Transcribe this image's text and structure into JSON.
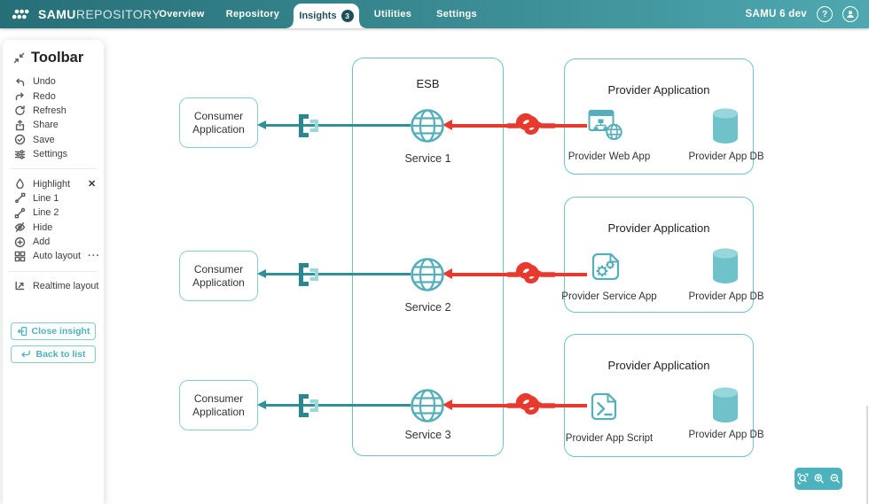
{
  "nav": {
    "logo": {
      "icon": "dots-logo-icon",
      "brand_bold": "SAMU",
      "brand_light": "REPOSITORY"
    },
    "tabs": [
      {
        "label": "Overview",
        "active": false
      },
      {
        "label": "Repository",
        "active": false
      },
      {
        "label": "Insights",
        "active": true,
        "badge": "3"
      },
      {
        "label": "Utilities",
        "active": false
      },
      {
        "label": "Settings",
        "active": false
      }
    ],
    "user_label": "SAMU 6 dev",
    "help_glyph": "?"
  },
  "toolbar": {
    "title": "Toolbar",
    "actions": [
      {
        "icon": "undo-icon",
        "label": "Undo"
      },
      {
        "icon": "redo-icon",
        "label": "Redo"
      },
      {
        "icon": "refresh-icon",
        "label": "Refresh"
      },
      {
        "icon": "share-icon",
        "label": "Share"
      },
      {
        "icon": "save-icon",
        "label": "Save"
      },
      {
        "icon": "settings-icon",
        "label": "Settings"
      }
    ],
    "tools": [
      {
        "icon": "highlight-icon",
        "label": "Highlight",
        "trailing": "close-icon"
      },
      {
        "icon": "line1-icon",
        "label": "Line 1"
      },
      {
        "icon": "line2-icon",
        "label": "Line 2"
      },
      {
        "icon": "hide-icon",
        "label": "Hide"
      },
      {
        "icon": "add-icon",
        "label": "Add"
      },
      {
        "icon": "auto-layout-icon",
        "label": "Auto layout",
        "trailing": "more-icon"
      }
    ],
    "close_glyph": "✕",
    "more_glyph": "···",
    "realtime_label": "Realtime layout",
    "buttons": [
      {
        "icon": "close-insight-icon",
        "label": "Close insight"
      },
      {
        "icon": "back-icon",
        "label": "Back to list"
      }
    ]
  },
  "diagram": {
    "esb_label": "ESB",
    "rows": [
      {
        "consumer_label": "Consumer Application",
        "service_label": "Service 1",
        "provider_title": "Provider Application",
        "app_icon": "web-app-icon",
        "app_label": "Provider Web App",
        "db_icon": "database-icon",
        "db_label": "Provider App DB"
      },
      {
        "consumer_label": "Consumer Application",
        "service_label": "Service 2",
        "provider_title": "Provider Application",
        "app_icon": "service-app-icon",
        "app_label": "Provider Service App",
        "db_icon": "database-icon",
        "db_label": "Provider App DB"
      },
      {
        "consumer_label": "Consumer Application",
        "service_label": "Service 3",
        "provider_title": "Provider Application",
        "app_icon": "script-app-icon",
        "app_label": "Provider App Script",
        "db_icon": "database-icon",
        "db_label": "Provider App DB"
      }
    ]
  },
  "zoom_controls": {
    "icons": [
      "zoom-reset-icon",
      "zoom-in-icon",
      "zoom-out-icon"
    ]
  },
  "colors": {
    "nav_gradient_start": "#266f78",
    "nav_gradient_end": "#4ea8b0",
    "badge_bg": "#1e4f5a",
    "accent_teal": "#4cb2bd",
    "border_teal": "#6cc5ce",
    "border_light_teal": "#85d0d7",
    "icon_teal": "#55afba",
    "line_teal": "#2f9097",
    "alert_red": "#e8392e",
    "text_dark": "#333333"
  }
}
